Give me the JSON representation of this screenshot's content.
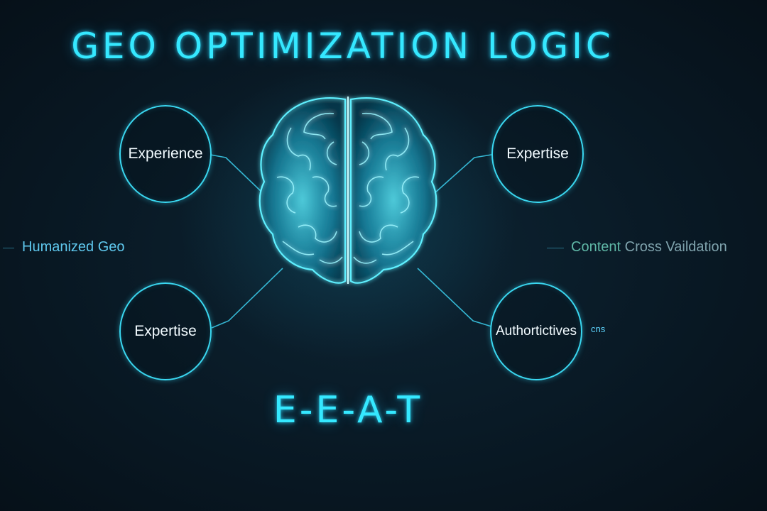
{
  "title": "GEO OPTIMIZATION LOGIC",
  "center_label": "E-E-A-T",
  "nodes": [
    {
      "label": "Experience"
    },
    {
      "label": "Expertise"
    },
    {
      "label": "Expertise"
    },
    {
      "label": "Authortictives"
    }
  ],
  "side_labels": {
    "left": "Humanized Geo",
    "right_part1": "Content",
    "right_part2": "Cross Vaildation"
  },
  "small_note": "cns",
  "colors": {
    "accent": "#35e8ff",
    "circle_stroke": "#3ad7f0",
    "background": "#07121c",
    "right_label_green": "#5fb7a6",
    "right_label_gray": "#7fa3ad"
  },
  "icons": {
    "center": "brain-icon"
  }
}
